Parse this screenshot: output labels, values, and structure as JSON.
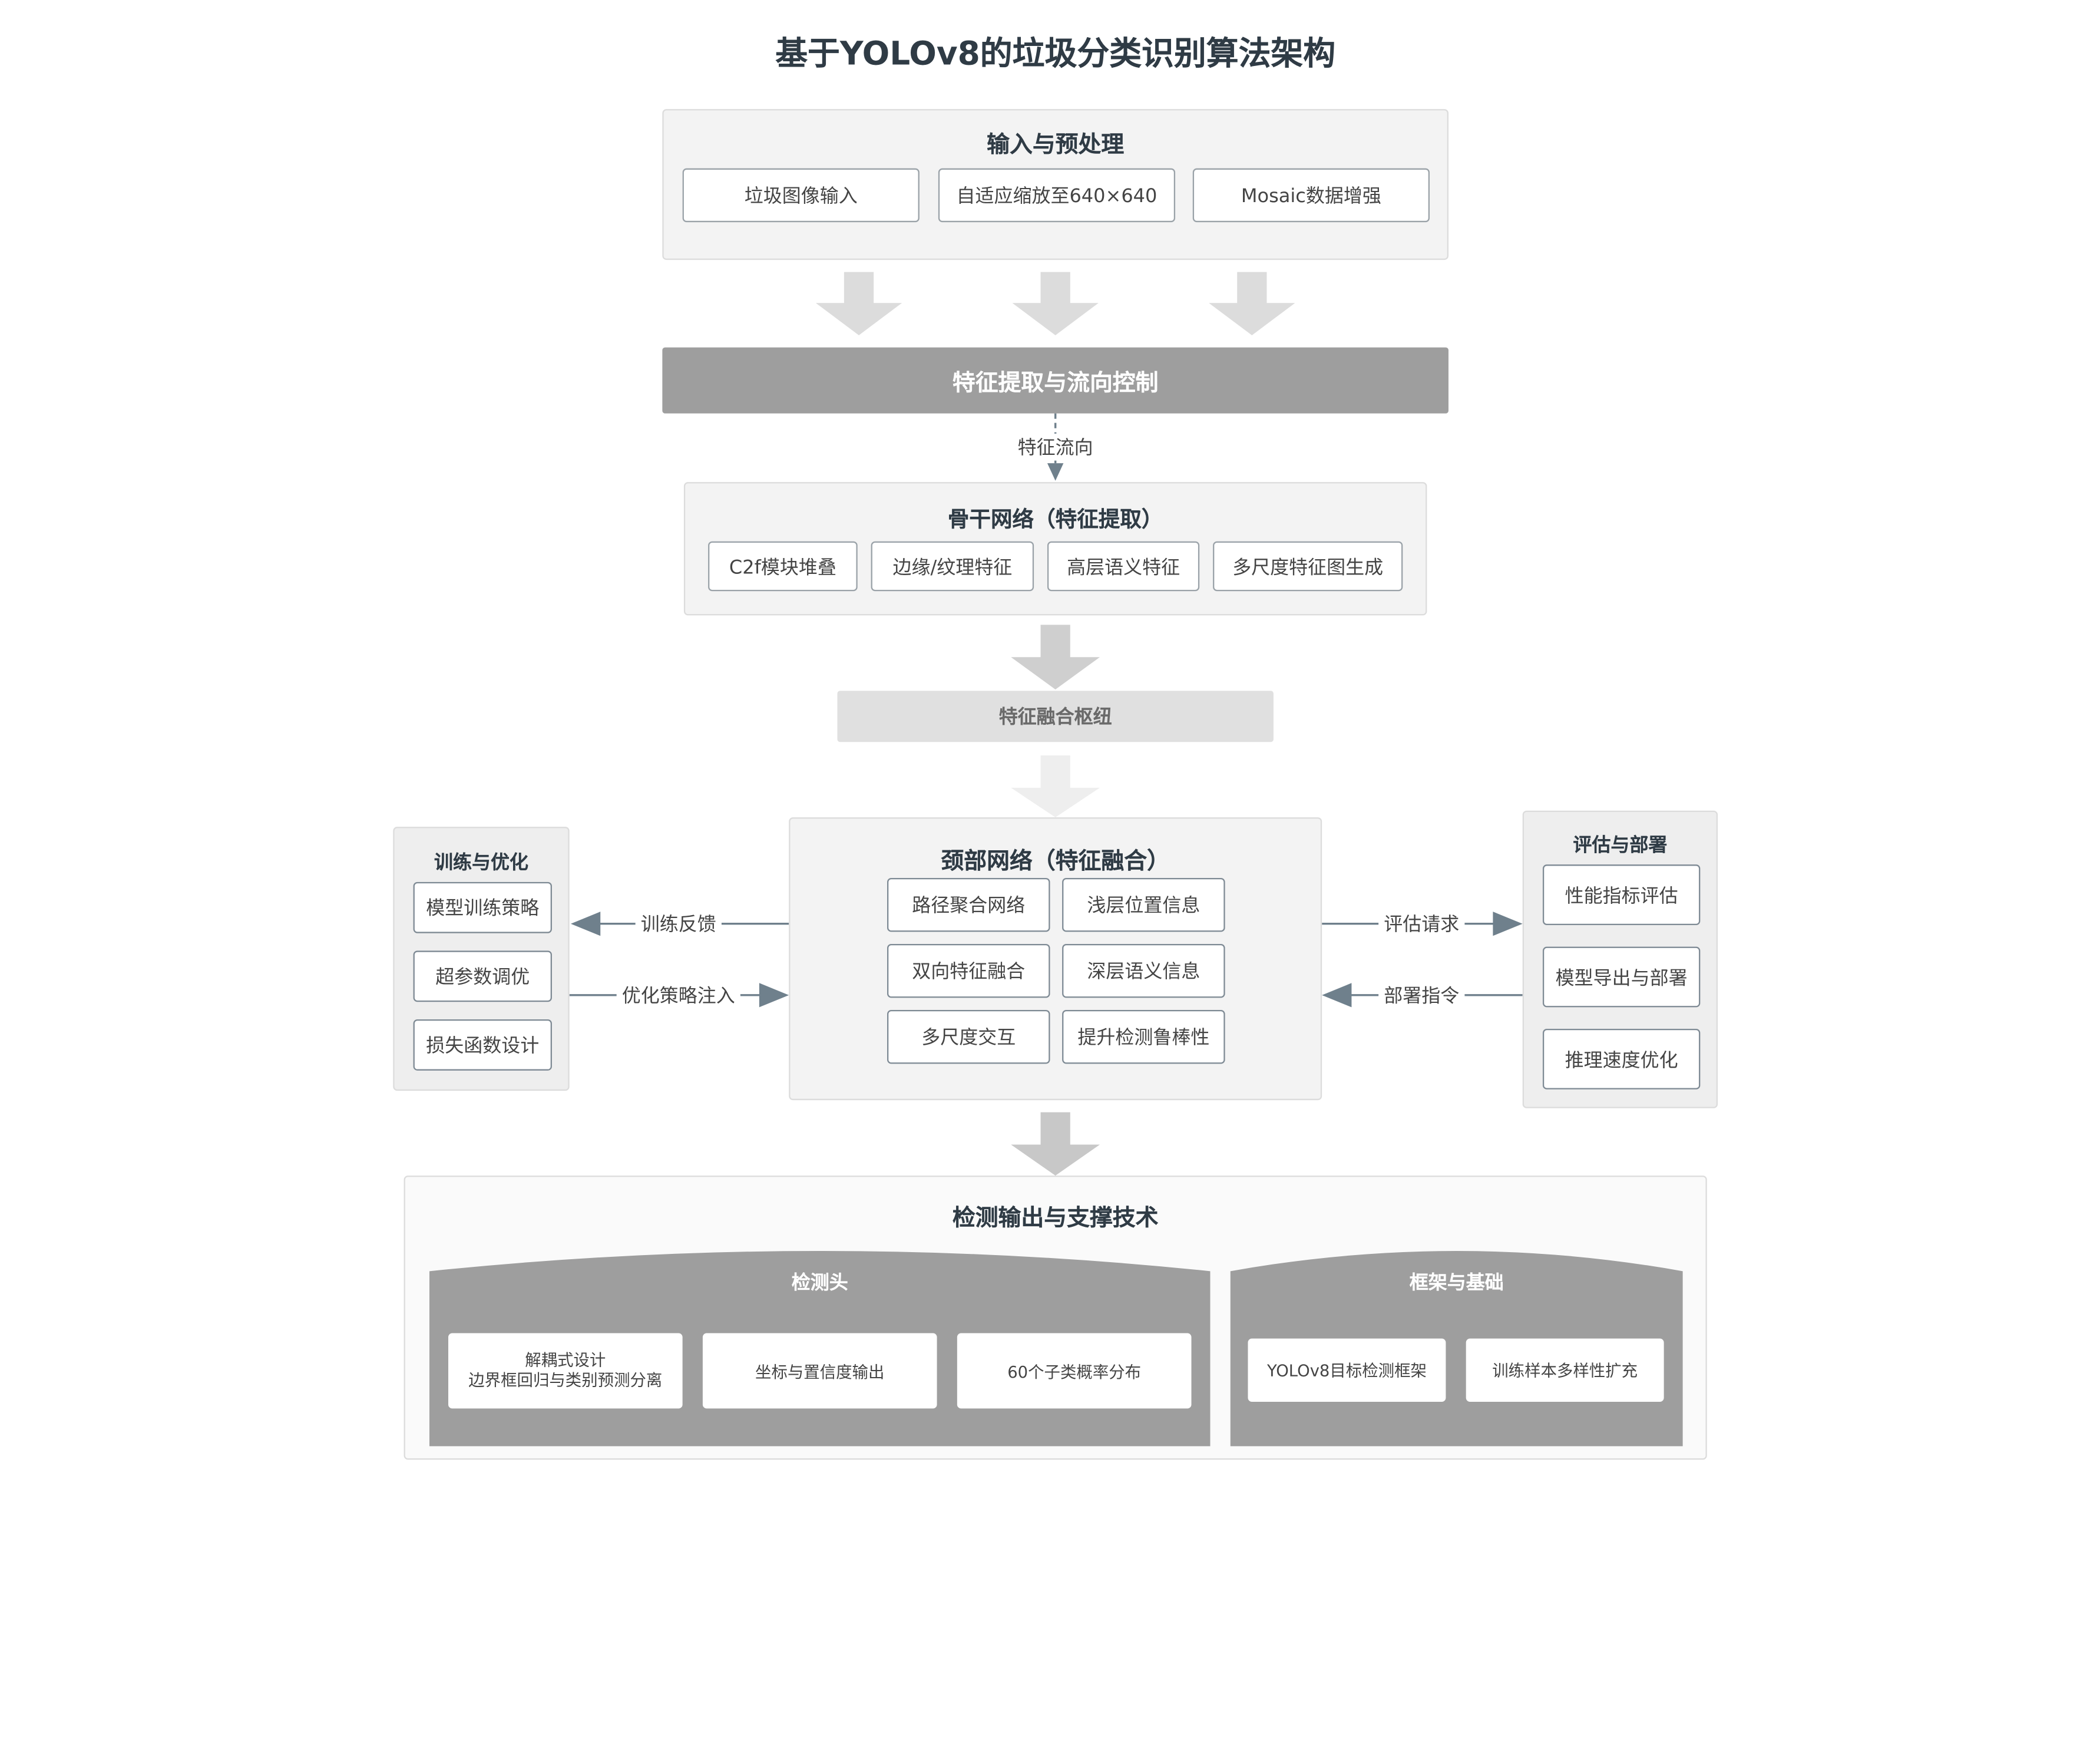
{
  "title": "基于YOLOv8的垃圾分类识别算法架构",
  "input": {
    "title": "输入与预处理",
    "items": [
      "垃圾图像输入",
      "自适应缩放至640×640",
      "Mosaic数据增强"
    ]
  },
  "feature_control": {
    "label": "特征提取与流向控制"
  },
  "flow_label": "特征流向",
  "backbone": {
    "title": "骨干网络（特征提取）",
    "items": [
      "C2f模块堆叠",
      "边缘/纹理特征",
      "高层语义特征",
      "多尺度特征图生成"
    ]
  },
  "fusion_hub": {
    "label": "特征融合枢纽"
  },
  "neck": {
    "title": "颈部网络（特征融合）",
    "items": [
      "路径聚合网络",
      "浅层位置信息",
      "双向特征融合",
      "深层语义信息",
      "多尺度交互",
      "提升检测鲁棒性"
    ]
  },
  "training": {
    "title": "训练与优化",
    "items": [
      "模型训练策略",
      "超参数调优",
      "损失函数设计"
    ]
  },
  "evaluation": {
    "title": "评估与部署",
    "items": [
      "性能指标评估",
      "模型导出与部署",
      "推理速度优化"
    ]
  },
  "edges": {
    "train_feedback": "训练反馈",
    "opt_inject": "优化策略注入",
    "eval_request": "评估请求",
    "deploy_cmd": "部署指令"
  },
  "output": {
    "title": "检测输出与支撑技术",
    "head": {
      "title": "检测头",
      "items": [
        {
          "line1": "解耦式设计",
          "line2": "边界框回归与类别预测分离"
        },
        {
          "line1": "坐标与置信度输出",
          "line2": ""
        },
        {
          "line1": "60个子类概率分布",
          "line2": ""
        }
      ]
    },
    "framework": {
      "title": "框架与基础",
      "items": [
        "YOLOv8目标检测框架",
        "训练样本多样性扩充"
      ]
    }
  },
  "colors": {
    "big_arrow": "#dcdcdc",
    "connector": "#6f808c",
    "dark_bar": "#9e9e9e"
  }
}
